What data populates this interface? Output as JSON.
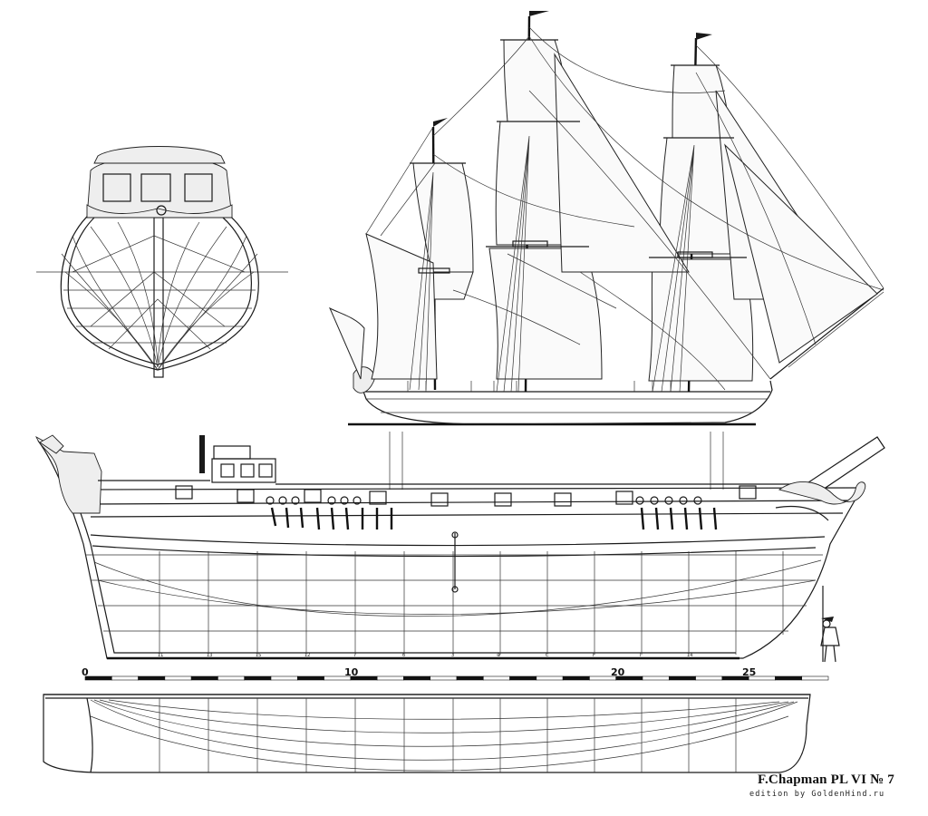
{
  "caption": {
    "title": "F.Chapman PL  VI № 7",
    "edition": "edition by GoldenHind.ru"
  },
  "scale_bar": {
    "ticks": [
      "0",
      "10",
      "20",
      "25"
    ]
  },
  "frame_labels": [
    "11",
    "13",
    "15",
    "12",
    "7",
    "6",
    "3",
    "⊕",
    "C",
    "F",
    "I",
    "14"
  ]
}
